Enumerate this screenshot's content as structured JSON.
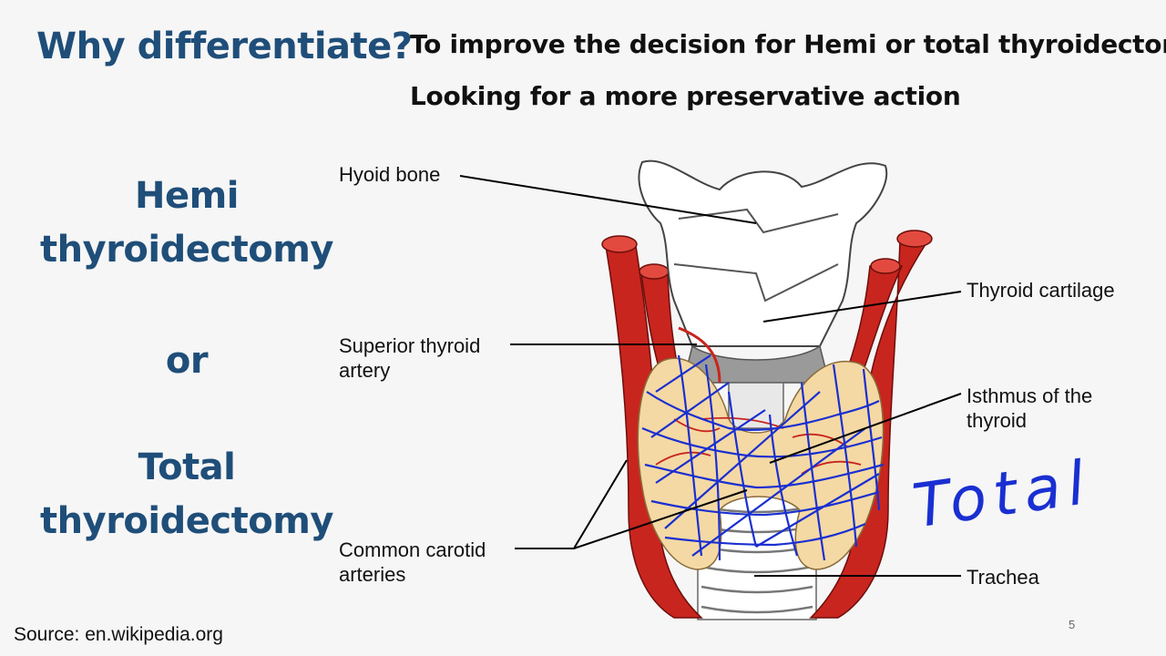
{
  "slide": {
    "title": "Why differentiate?",
    "subtitle_1": "To improve the decision for Hemi or total thyroidectomy",
    "subtitle_2": "Looking for a more preservative action",
    "options": {
      "hemi": [
        "Hemi",
        "thyroidectomy"
      ],
      "or": "or",
      "total": [
        "Total",
        "thyroidectomy"
      ]
    },
    "source": "Source: en.wikipedia.org",
    "page_number": "5"
  },
  "diagram": {
    "labels": {
      "hyoid_bone": "Hyoid bone",
      "thyroid_cartilage": "Thyroid cartilage",
      "superior_thyroid_artery": [
        "Superior thyroid",
        "artery"
      ],
      "isthmus": [
        "Isthmus of the",
        "thyroid"
      ],
      "common_carotid": [
        "Common carotid",
        "arteries"
      ],
      "trachea": "Trachea"
    },
    "handwritten_annotation": "Total",
    "colors": {
      "artery": "#c8251e",
      "gland": "#f4d9a4",
      "annotation_ink": "#1a2fd1",
      "heading": "#1f4e79"
    }
  }
}
